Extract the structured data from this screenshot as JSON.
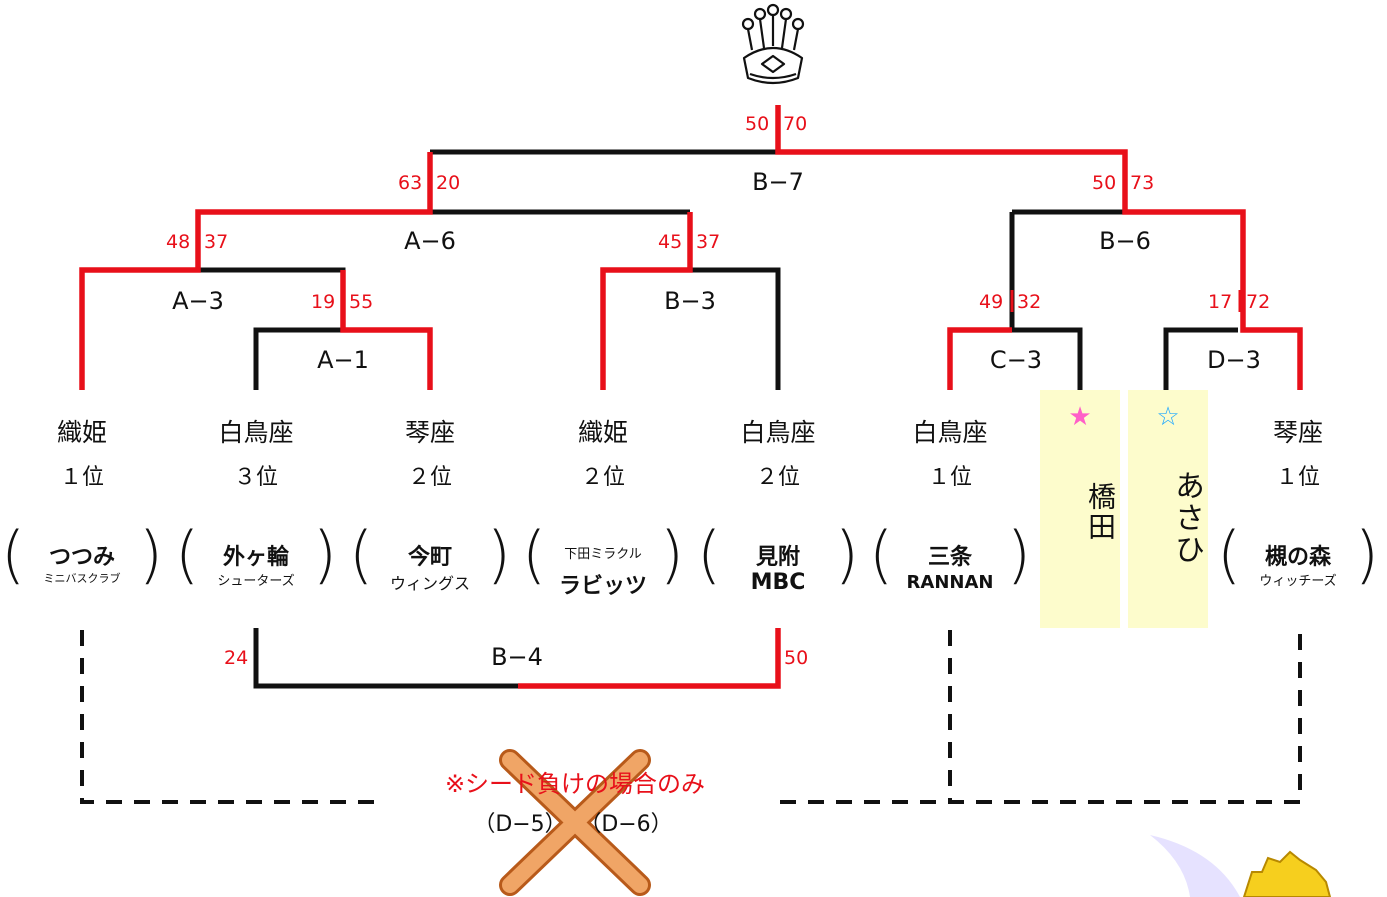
{
  "colors": {
    "win": "#e8101a",
    "line": "#111111",
    "score": "#e8101a",
    "box": "#fdfccc",
    "pink_star": "#ff5fc8",
    "blue_star": "#22a9ff",
    "cross": "#e98a3a"
  },
  "matches": {
    "final": {
      "label": "B−7",
      "score_left": "50",
      "score_right": "70"
    },
    "a6": {
      "label": "A−6",
      "score_left": "63",
      "score_right": "20"
    },
    "b6": {
      "label": "B−6",
      "score_left": "50",
      "score_right": "73"
    },
    "a3": {
      "label": "A−3",
      "score_left": "48",
      "score_right": "37"
    },
    "b3": {
      "label": "B−3",
      "score_left": "45",
      "score_right": "37"
    },
    "a1": {
      "label": "A−1",
      "score_left": "19",
      "score_right": "55"
    },
    "c3": {
      "label": "C−3",
      "score_left": "49",
      "score_right": "32"
    },
    "d3": {
      "label": "D−3",
      "score_left": "17",
      "score_right": "72"
    },
    "b4": {
      "label": "B−4",
      "score_left": "24",
      "score_right": "50"
    }
  },
  "teams": [
    {
      "name": "織姫",
      "rank": "１位",
      "club": "つつみ",
      "club_sub": "ミニバスクラブ",
      "sub_below": true
    },
    {
      "name": "白鳥座",
      "rank": "３位",
      "club": "外ヶ輪",
      "club_sub": "シューターズ",
      "sub_below": true
    },
    {
      "name": "琴座",
      "rank": "２位",
      "club": "今町",
      "club_sub": "ウィングス",
      "sub_below": true
    },
    {
      "name": "織姫",
      "rank": "２位",
      "club": "ラビッツ",
      "club_sub": "下田ミラクル",
      "sub_below": false
    },
    {
      "name": "白鳥座",
      "rank": "２位",
      "club": "見附",
      "club_sub": "MBC",
      "sub_below": true,
      "sub_bold": true
    },
    {
      "name": "白鳥座",
      "rank": "１位",
      "club": "三条",
      "club_sub": "RANNAN",
      "sub_below": true,
      "sub_bold": true
    },
    {
      "name": "琴座",
      "rank": "１位",
      "club": "槻の森",
      "club_sub": "ウィッチーズ",
      "sub_below": true
    }
  ],
  "seed_boxes": [
    {
      "star": "★",
      "label": "橋田"
    },
    {
      "star": "☆",
      "label": "あさひ"
    }
  ],
  "note": {
    "text": "※シード負けの場合のみ",
    "left": "（D−5）",
    "right": "（D−6）"
  }
}
